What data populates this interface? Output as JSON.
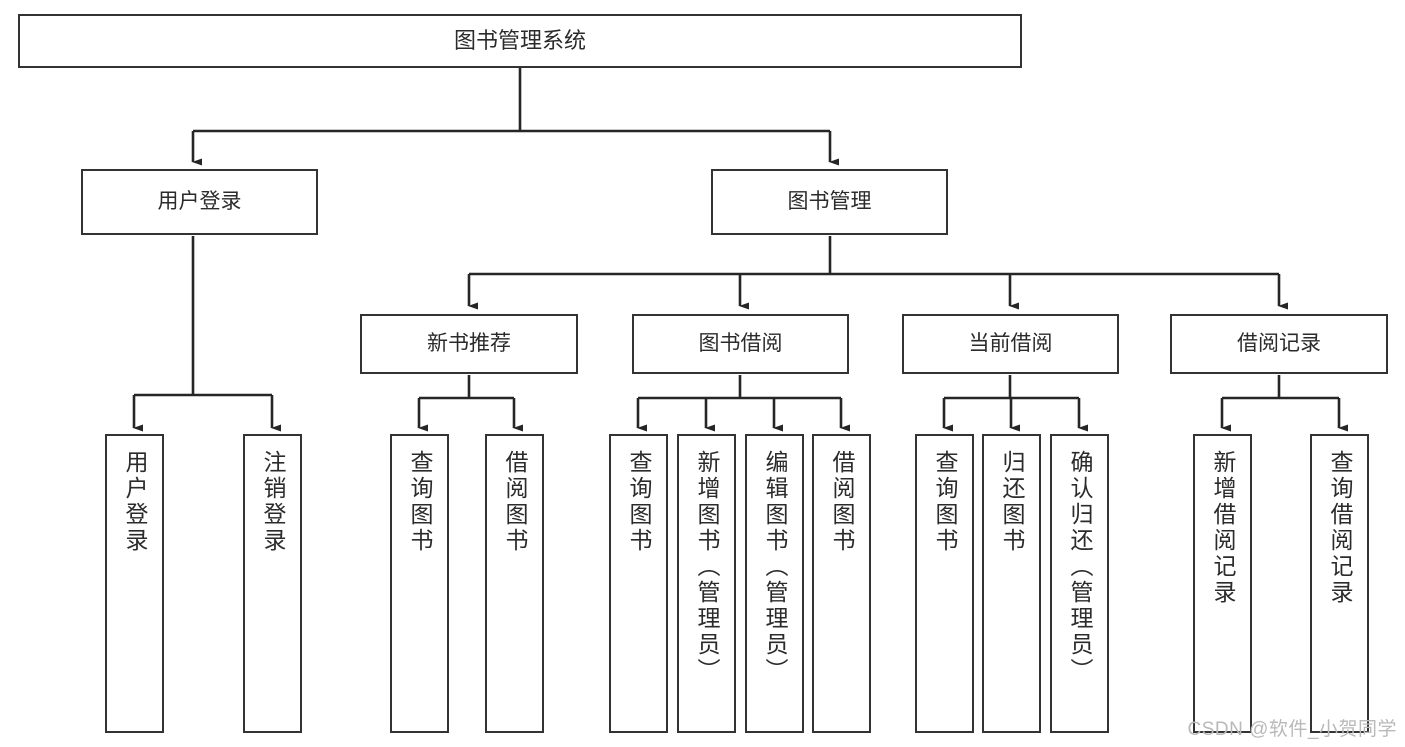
{
  "diagram": {
    "title": "图书管理系统",
    "type": "tree-hierarchy-chart",
    "root": {
      "id": "root",
      "label": "图书管理系统"
    },
    "level2": [
      {
        "id": "user-login",
        "label": "用户登录"
      },
      {
        "id": "book-management",
        "label": "图书管理"
      }
    ],
    "level3": [
      {
        "id": "new-book-recommend",
        "label": "新书推荐"
      },
      {
        "id": "book-borrow",
        "label": "图书借阅"
      },
      {
        "id": "current-borrow",
        "label": "当前借阅"
      },
      {
        "id": "borrow-record",
        "label": "借阅记录"
      }
    ],
    "leaves": {
      "user_login": [
        {
          "id": "leaf-user-login",
          "label": "用户登录"
        },
        {
          "id": "leaf-logout-login",
          "label": "注销登录"
        }
      ],
      "new_book_recommend": [
        {
          "id": "leaf-query-book-1",
          "label": "查询图书"
        },
        {
          "id": "leaf-borrow-book-1",
          "label": "借阅图书"
        }
      ],
      "book_borrow": [
        {
          "id": "leaf-query-book-2",
          "label": "查询图书"
        },
        {
          "id": "leaf-add-book",
          "label": "新增图书（管理员）"
        },
        {
          "id": "leaf-edit-book",
          "label": "编辑图书（管理员）"
        },
        {
          "id": "leaf-borrow-book-2",
          "label": "借阅图书"
        }
      ],
      "current_borrow": [
        {
          "id": "leaf-query-book-3",
          "label": "查询图书"
        },
        {
          "id": "leaf-return-book",
          "label": "归还图书"
        },
        {
          "id": "leaf-confirm-return",
          "label": "确认归还（管理员）"
        }
      ],
      "borrow_record": [
        {
          "id": "leaf-add-record",
          "label": "新增借阅记录"
        },
        {
          "id": "leaf-query-record",
          "label": "查询借阅记录"
        }
      ]
    }
  },
  "watermark": {
    "text": "CSDN @软件_小贺同学"
  },
  "colors": {
    "node_border": "#333333",
    "node_fill": "#ffffff",
    "edge": "#262626",
    "text": "#2b2b2b",
    "watermark": "#b9b9b9",
    "background": "#ffffff"
  }
}
